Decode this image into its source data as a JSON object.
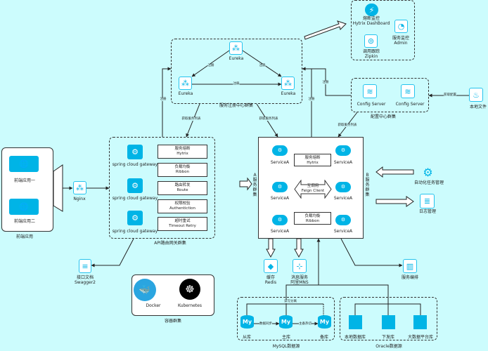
{
  "frontend": {
    "app1": "前端应用一",
    "app2": "前端应用二",
    "group": "前端应用"
  },
  "nginx": "Nginx",
  "gateway": {
    "node": "spring cloud gateway",
    "features": [
      [
        "服务熔断",
        "Hytrix"
      ],
      [
        "负载均衡",
        "Ribbon"
      ],
      [
        "路由转发",
        "Route"
      ],
      [
        "权限校验",
        "Authentiction"
      ],
      [
        "超时重试",
        "Timeout Retry"
      ]
    ],
    "group": "API路由网关群集"
  },
  "registry": {
    "node": "Eureka",
    "register": "注册",
    "group": "服务注册中心群集",
    "fetch_list": "获取服务列表"
  },
  "monitor": {
    "hystrix": [
      "熔断监控",
      "Hytrix DashBoard"
    ],
    "admin": [
      "服务监控",
      "Admin"
    ],
    "zipkin": [
      "调用跟踪",
      "Zipkin"
    ]
  },
  "config": {
    "node": "Config Server",
    "group": "配置中心群集",
    "fetch_config": "获取配置",
    "local_file": "本地文件",
    "register": "注册",
    "fetch_list": "获取服务列表"
  },
  "services": {
    "node": "ServiceA",
    "hystrix": [
      "服务熔断",
      "Hytrix"
    ],
    "feign": [
      "互调用",
      "Feign Client"
    ],
    "ribbon": [
      "负载均衡",
      "Ribbon"
    ],
    "group_a": "A服务群集",
    "group_b": "B服务群集"
  },
  "side": {
    "auto_task": "自动化任务管理",
    "log": "日志管理",
    "orchestration": "服务编排"
  },
  "middleware": {
    "redis": [
      "缓存",
      "Redis"
    ],
    "mns": [
      "消息服务",
      "阿里MNS"
    ]
  },
  "swagger": [
    "接口文档",
    "Swagger2"
  ],
  "containers": {
    "docker": "Docker",
    "k8s": "Kubernetes",
    "group": "容器群集"
  },
  "mysql": {
    "rw": "读写分离",
    "sync": "数据同步",
    "hot": "主备热切",
    "slave": "从库",
    "master": "主库",
    "backup": "备库",
    "group": "MySQL数据源",
    "logo": "My"
  },
  "oracle": {
    "local": "本地数据库",
    "dist": "下发库",
    "bigdata": "大数据平台库",
    "group": "Oracle数据源"
  },
  "colors": {
    "background": "#ccfcfd",
    "accent": "#00b4e6"
  }
}
